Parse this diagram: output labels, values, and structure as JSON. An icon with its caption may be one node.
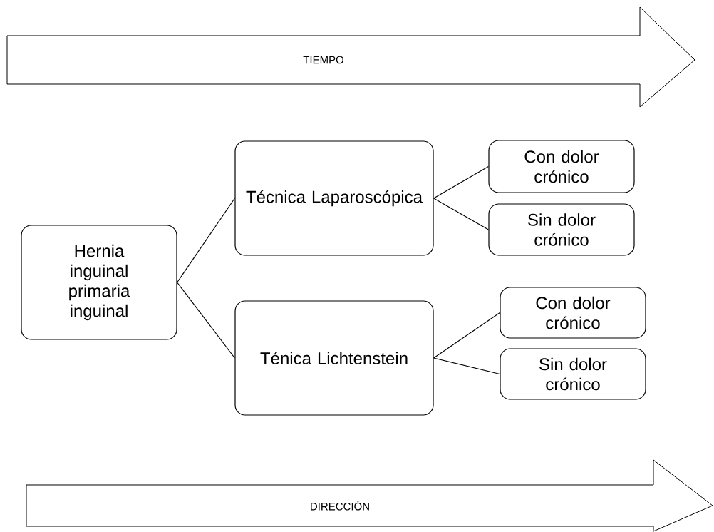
{
  "diagram": {
    "nodes": [
      {
        "text": [
          "TIEMPO"
        ]
      },
      {
        "text": [
          "Hernia inguinal primaria inguinal"
        ]
      },
      {
        "text": [
          "Técnica Laparoscópica"
        ]
      },
      {
        "text": [
          "Con dolor crónico"
        ]
      },
      {
        "text": [
          "Sin dolor crónico"
        ]
      },
      {
        "text": [
          "Ténica Lichtenstein"
        ]
      },
      {
        "text": [
          "Con dolor crónico"
        ]
      },
      {
        "text": [
          "Sin dolor crónico"
        ]
      },
      {
        "text": [
          "DIRECCIÓN"
        ]
      }
    ],
    "edges": [
      {
        "from": 1,
        "to": 2,
        "arrow": "none"
      },
      {
        "from": 1,
        "to": 5,
        "arrow": "none"
      },
      {
        "from": 2,
        "to": 3,
        "arrow": "none"
      },
      {
        "from": 2,
        "to": 4,
        "arrow": "none"
      },
      {
        "from": 5,
        "to": 6,
        "arrow": "none"
      },
      {
        "from": 5,
        "to": 7,
        "arrow": "none"
      }
    ]
  }
}
